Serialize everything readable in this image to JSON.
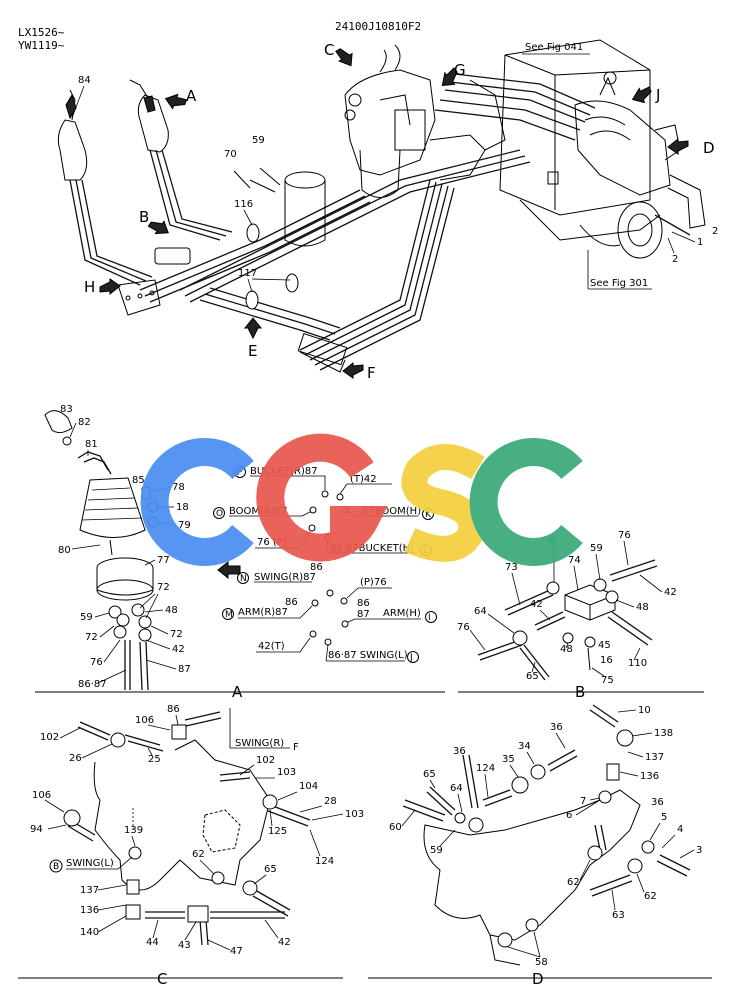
{
  "header": {
    "model_line1": "LX1526~",
    "model_line2": "YW1119~",
    "drawing_number": "24100J10810F2"
  },
  "references": {
    "fig_041": "See Fig 041",
    "fig_301": "See Fig 301"
  },
  "arrows": [
    "A",
    "B",
    "C",
    "D",
    "E",
    "F",
    "G",
    "H",
    "J"
  ],
  "panels": {
    "a": "A",
    "b": "B",
    "c": "C",
    "d": "D"
  },
  "top_parts": [
    "84",
    "70",
    "59",
    "116",
    "117",
    "1",
    "2",
    "2"
  ],
  "panel_a_parts": [
    "83",
    "82",
    "81",
    "85",
    "78",
    "18",
    "79",
    "80",
    "77",
    "72",
    "59",
    "48",
    "72",
    "72",
    "76",
    "42",
    "86·87",
    "87"
  ],
  "port_chart": {
    "rows": [
      {
        "pin": "P",
        "label": "BUCKET(R)87"
      },
      {
        "pin": "",
        "label": "(T)42"
      },
      {
        "pin": "O",
        "label": "BOOM(R)87"
      },
      {
        "pin": "K",
        "label": "87BOOM(H)"
      },
      {
        "pin": "",
        "label": "76 (P)"
      },
      {
        "pin": "L",
        "label": "86·87BUCKET(H)"
      },
      {
        "pin": "",
        "label": "86"
      },
      {
        "pin": "N",
        "label": "SWING(R)87"
      },
      {
        "pin": "",
        "label": "(P)76"
      },
      {
        "pin": "",
        "label": "86"
      },
      {
        "pin": "M",
        "label": "ARM(R)87"
      },
      {
        "pin": "",
        "label": "86"
      },
      {
        "pin": "",
        "label": "87"
      },
      {
        "pin": "I",
        "label": "ARM(H)"
      },
      {
        "pin": "",
        "label": "42(T)"
      },
      {
        "pin": "J",
        "label": "86·87 SWING(L)"
      }
    ]
  },
  "panel_b_parts": [
    "73",
    "9",
    "74",
    "59",
    "76",
    "42",
    "48",
    "64",
    "76",
    "42",
    "48",
    "45",
    "16",
    "110",
    "65",
    "75"
  ],
  "panel_c_parts": [
    "86",
    "106",
    "102",
    "26",
    "25",
    "102",
    "103",
    "104",
    "28",
    "125",
    "103",
    "124",
    "106",
    "94",
    "139",
    "137",
    "136",
    "140",
    "44",
    "43",
    "47",
    "42",
    "62",
    "65"
  ],
  "panel_c_labels": {
    "swing_r": "SWING(R)",
    "f_pin": "F",
    "b_pin": "B",
    "swing_l": "SWING(L)"
  },
  "panel_d_parts": [
    "10",
    "138",
    "137",
    "136",
    "36",
    "36",
    "35",
    "34",
    "124",
    "65",
    "64",
    "60",
    "59",
    "7",
    "6",
    "36",
    "5",
    "4",
    "3",
    "62",
    "62",
    "63",
    "58"
  ],
  "watermark": {
    "text": "CGSC",
    "colors": [
      "#4a8ef0",
      "#e8584f",
      "#f5cf3e",
      "#3aaa79"
    ]
  }
}
